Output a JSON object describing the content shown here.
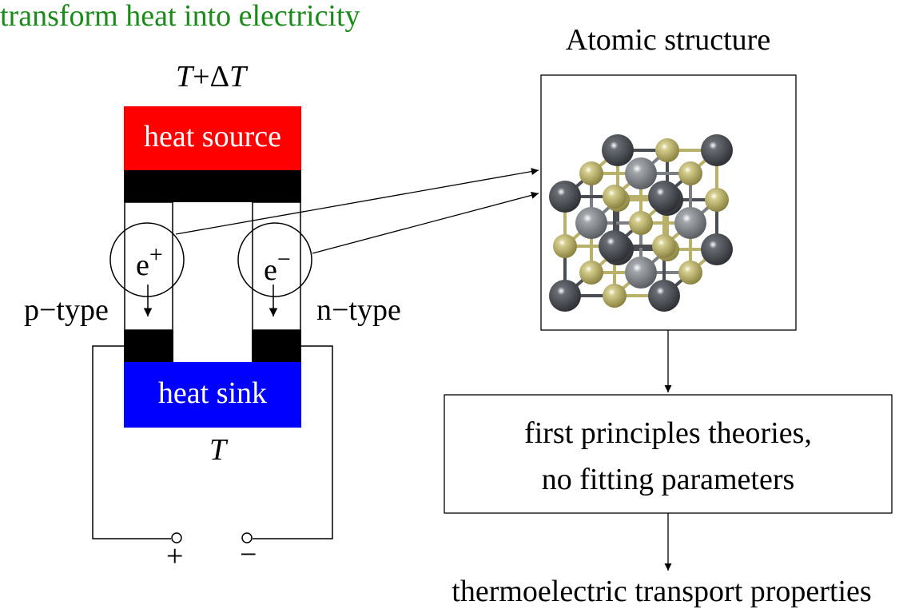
{
  "header": {
    "text": "transform heat into electricity",
    "color": "#1a8a1a"
  },
  "device": {
    "hot_label_T": "T",
    "hot_label_plus": "+",
    "hot_label_delta": "Δ",
    "hot_label_T2": "T",
    "cold_label": "T",
    "heat_source": {
      "label": "heat source",
      "color": "#ff0000"
    },
    "heat_sink": {
      "label": "heat sink",
      "color": "#0000ff"
    },
    "contact_color": "#000000",
    "p_leg": {
      "label": "p−type",
      "carrier": "e",
      "charge": "+"
    },
    "n_leg": {
      "label": "n−type",
      "carrier": "e",
      "charge": "−"
    },
    "terminals": {
      "positive": "+",
      "negative": "−"
    }
  },
  "structure": {
    "title": "Atomic structure",
    "atom_colors": {
      "dark": "#4a4d52",
      "gray": "#7c7f84",
      "gold": "#b9b06a"
    }
  },
  "theory_box": {
    "line1": "first principles theories,",
    "line2": "no fitting parameters"
  },
  "result": {
    "text": "thermoelectric transport properties"
  }
}
